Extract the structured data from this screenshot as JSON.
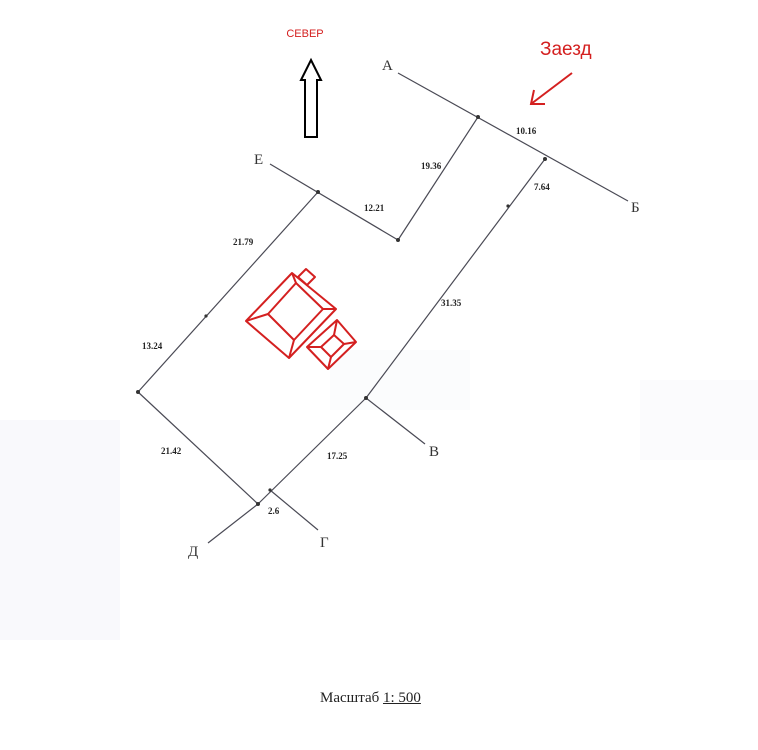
{
  "labels": {
    "north": "СЕВЕР",
    "entrance": "Заезд",
    "scale_label": "Масштаб",
    "scale_value": "1: 500"
  },
  "points": {
    "a": "А",
    "b": "Б",
    "v": "В",
    "g": "Г",
    "d": "Д",
    "e": "Е"
  },
  "dimensions": {
    "d1": "10.16",
    "d2": "19.36",
    "d3": "12.21",
    "d4": "7.64",
    "d5": "21.79",
    "d6": "31.35",
    "d7": "13.24",
    "d8": "21.42",
    "d9": "17.25",
    "d10": "2.6"
  },
  "colors": {
    "line": "#4a4a55",
    "accent": "#d42020"
  }
}
